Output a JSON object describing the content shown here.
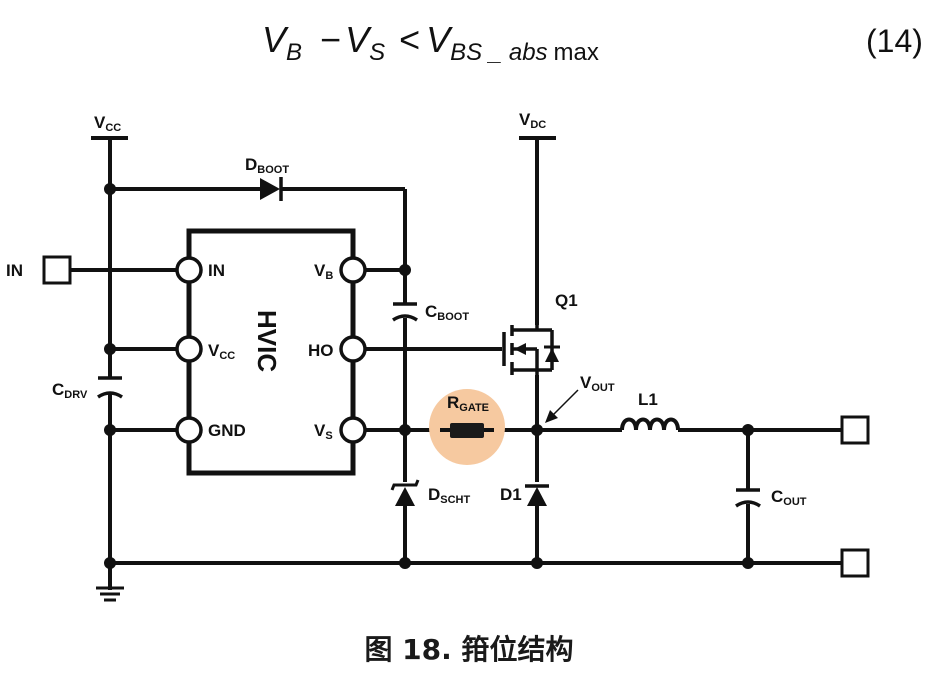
{
  "equation": {
    "lhs_a": "V",
    "lhs_a_sub": "B",
    "minus": "−",
    "lhs_b": "V",
    "lhs_b_sub": "S",
    "less_than": "<",
    "rhs": "V",
    "rhs_sub": "BS _ abs",
    "rhs_max": "max",
    "number": "(14)"
  },
  "labels": {
    "vcc_left": "V",
    "vcc_left_sub": "CC",
    "vdc": "V",
    "vdc_sub": "DC",
    "dboot": "D",
    "dboot_sub": "BOOT",
    "in_terminal": "IN",
    "hvic_title": "HVIC",
    "pin_in": "IN",
    "pin_vcc": "V",
    "pin_vcc_sub": "CC",
    "pin_gnd": "GND",
    "pin_vb": "V",
    "pin_vb_sub": "B",
    "pin_ho": "HO",
    "pin_vs": "V",
    "pin_vs_sub": "S",
    "cboot": "C",
    "cboot_sub": "BOOT",
    "cdrv": "C",
    "cdrv_sub": "DRV",
    "rgate": "R",
    "rgate_sub": "GATE",
    "q1": "Q1",
    "vout": "V",
    "vout_sub": "OUT",
    "l1": "L1",
    "cout": "C",
    "cout_sub": "OUT",
    "dscht": "D",
    "dscht_sub": "SCHT",
    "d1": "D1"
  },
  "colors": {
    "wire": "#111111",
    "rgate_highlight": "#f6c9a0",
    "rgate_body": "#1a1a1a"
  },
  "caption": "图 18. 箝位结构"
}
